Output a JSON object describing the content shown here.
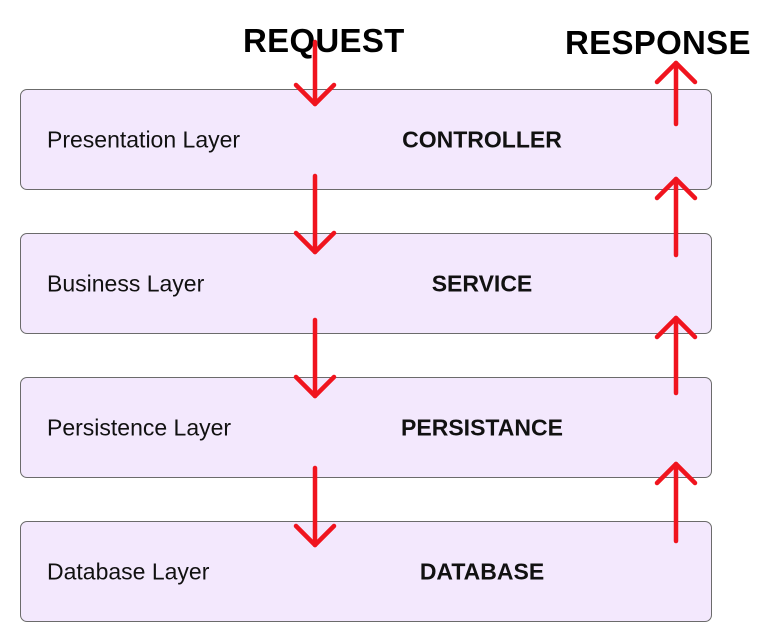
{
  "headings": {
    "request": "REQUEST",
    "response": "RESPONSE"
  },
  "layers": [
    {
      "name": "Presentation Layer",
      "component": "CONTROLLER"
    },
    {
      "name": "Business Layer",
      "component": "SERVICE"
    },
    {
      "name": "Persistence Layer",
      "component": "PERSISTANCE"
    },
    {
      "name": "Database Layer",
      "component": "DATABASE"
    }
  ],
  "colors": {
    "arrow": "#f0141e",
    "box_fill": "#f3e8fd",
    "box_border": "#6b6b6b",
    "text": "#111111"
  },
  "icons": {
    "request_arrow": "arrow-down-icon",
    "response_arrow": "arrow-up-icon"
  }
}
